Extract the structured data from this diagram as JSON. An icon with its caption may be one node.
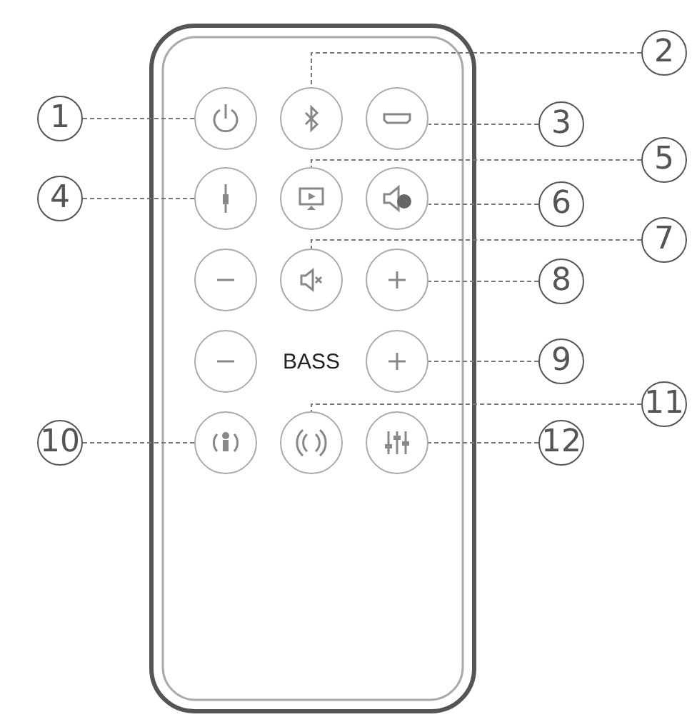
{
  "diagram": {
    "nodes": [
      {
        "text": [
          "1"
        ]
      },
      {
        "text": [
          "2"
        ]
      },
      {
        "text": [
          "3"
        ]
      },
      {
        "text": [
          "4"
        ]
      },
      {
        "text": [
          "5"
        ]
      },
      {
        "text": [
          "6"
        ]
      },
      {
        "text": [
          "7"
        ]
      },
      {
        "text": [
          "8"
        ]
      },
      {
        "text": [
          "9"
        ]
      },
      {
        "text": [
          "10"
        ]
      },
      {
        "text": [
          "11"
        ]
      },
      {
        "text": [
          "12"
        ]
      },
      {
        "text": [],
        "shape": "circle"
      },
      {
        "text": [],
        "shape": "circle"
      },
      {
        "text": [],
        "shape": "circle"
      },
      {
        "text": [],
        "shape": "circle"
      },
      {
        "text": [],
        "shape": "circle"
      },
      {
        "text": [],
        "shape": "circle"
      },
      {
        "text": [],
        "shape": "circle"
      },
      {
        "text": [],
        "shape": "circle"
      },
      {
        "text": [],
        "shape": "circle"
      },
      {
        "text": [],
        "shape": "circle"
      },
      {
        "text": [],
        "shape": "circle"
      },
      {
        "text": [],
        "shape": "circle"
      },
      {
        "text": [],
        "shape": "circle"
      },
      {
        "text": [],
        "shape": "circle"
      }
    ],
    "edges": [
      {
        "from": 0,
        "to": 12,
        "arrow": "none",
        "style": "dashed"
      },
      {
        "from": 1,
        "to": 13,
        "arrow": "none",
        "style": "dashed"
      },
      {
        "from": 2,
        "to": 14,
        "arrow": "none",
        "style": "dashed"
      },
      {
        "from": 3,
        "to": 15,
        "arrow": "none",
        "style": "dashed"
      },
      {
        "from": 4,
        "to": 16,
        "arrow": "none",
        "style": "dashed"
      },
      {
        "from": 5,
        "to": 17,
        "arrow": "none",
        "style": "dashed"
      },
      {
        "from": 6,
        "to": 19,
        "arrow": "none",
        "style": "dashed"
      },
      {
        "from": 7,
        "to": 20,
        "arrow": "none",
        "style": "dashed"
      },
      {
        "from": 8,
        "to": 22,
        "arrow": "none",
        "style": "dashed"
      },
      {
        "from": 9,
        "to": 23,
        "arrow": "none",
        "style": "dashed"
      },
      {
        "from": 10,
        "to": 24,
        "arrow": "none",
        "style": "dashed"
      },
      {
        "from": 11,
        "to": 25,
        "arrow": "none",
        "style": "dashed"
      }
    ],
    "labels": [
      "BASS"
    ]
  }
}
